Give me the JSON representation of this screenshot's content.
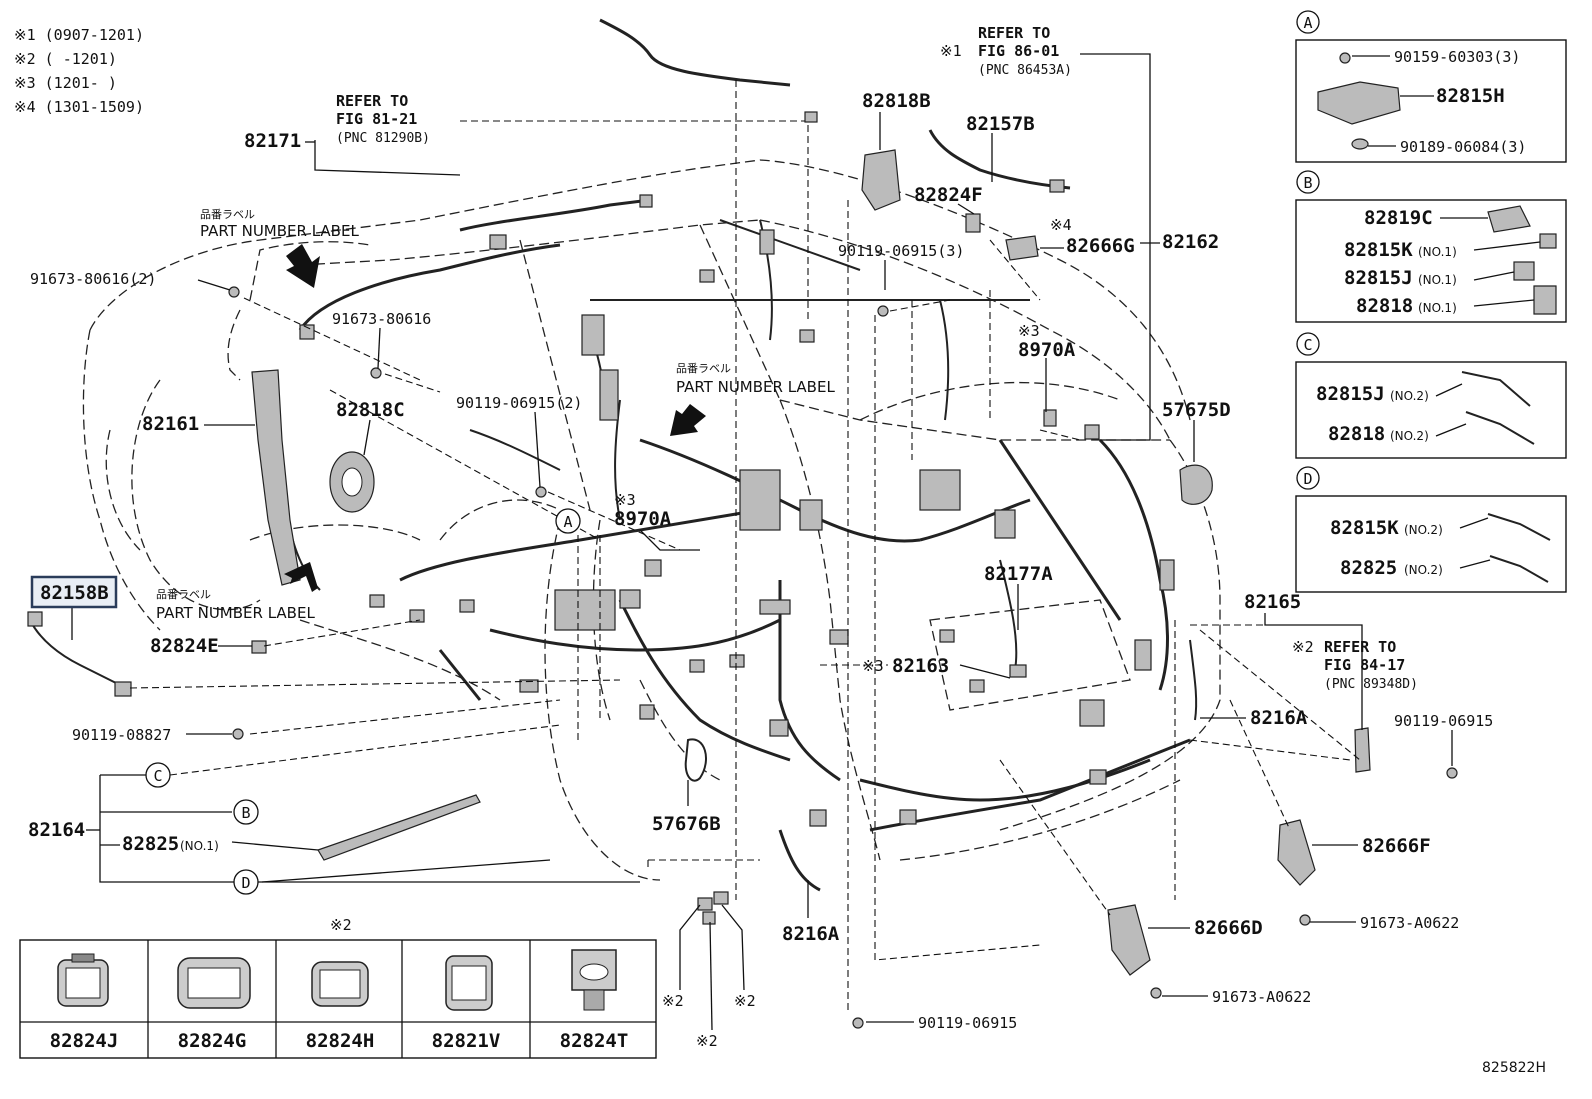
{
  "notes": [
    "※1 (0907-1201)",
    "※2 (     -1201)",
    "※3 (1201-     )",
    "※4 (1301-1509)"
  ],
  "refs": {
    "r1": {
      "line1": "REFER TO",
      "line2": "FIG 86-01",
      "line3": "(PNC 86453A)",
      "mark": "※1"
    },
    "r2": {
      "line1": "REFER TO",
      "line2": "FIG 81-21",
      "line3": "(PNC 81290B)"
    },
    "r3": {
      "line1": "REFER TO",
      "line2": "FIG 84-17",
      "line3": "(PNC 89348D)",
      "mark": "※2"
    }
  },
  "part_number_label": {
    "jp": "品番ラベル",
    "en": "PART NUMBER LABEL"
  },
  "labels": {
    "p82171": "82171",
    "p82818B": "82818B",
    "p82157B": "82157B",
    "p82824F": "82824F",
    "p90119_06915_3": "90119-06915(3)",
    "p82666G": "82666G",
    "p82162": "82162",
    "m4": "※4",
    "p91673_80616_2": "91673-80616(2)",
    "p91673_80616": "91673-80616",
    "p82818C": "82818C",
    "p82161": "82161",
    "p90119_06915_2": "90119-06915(2)",
    "p8970A_top": "8970A",
    "m3_top": "※3",
    "p8970A_mid": "8970A",
    "m3_mid": "※3",
    "p57675D": "57675D",
    "p82158B": "82158B",
    "p82177A": "82177A",
    "p82165": "82165",
    "p82824E": "82824E",
    "p82163": "82163",
    "m3_82163": "※3",
    "p8216A_right": "8216A",
    "p90119_06915_r": "90119-06915",
    "p90119_08827": "90119-08827",
    "p82164": "82164",
    "p82825_no1": "82825",
    "p82825_no1_suffix": "(NO.1)",
    "p57676B": "57676B",
    "p82666F": "82666F",
    "p91673_A0622_a": "91673-A0622",
    "p82666D": "82666D",
    "p91673_A0622_b": "91673-A0622",
    "p8216A_bottom": "8216A",
    "p90119_06915_b": "90119-06915",
    "m2_a": "※2",
    "m2_b": "※2",
    "m2_c": "※2",
    "m2_table": "※2",
    "diagram_id": "825822H"
  },
  "callouts": [
    "A",
    "B",
    "C",
    "D",
    "C",
    "B",
    "D",
    "A"
  ],
  "insets": {
    "A": {
      "tag": "A",
      "items": [
        {
          "pn": "90159-60303(3)"
        },
        {
          "pn": "82815H"
        },
        {
          "pn": "90189-06084(3)"
        }
      ]
    },
    "B": {
      "tag": "B",
      "items": [
        {
          "pn": "82819C",
          "sub": ""
        },
        {
          "pn": "82815K",
          "sub": "(NO.1)"
        },
        {
          "pn": "82815J",
          "sub": "(NO.1)"
        },
        {
          "pn": "82818",
          "sub": "(NO.1)"
        }
      ]
    },
    "C": {
      "tag": "C",
      "items": [
        {
          "pn": "82815J",
          "sub": "(NO.2)"
        },
        {
          "pn": "82818",
          "sub": "(NO.2)"
        }
      ]
    },
    "D": {
      "tag": "D",
      "items": [
        {
          "pn": "82815K",
          "sub": "(NO.2)"
        },
        {
          "pn": "82825",
          "sub": "(NO.2)"
        }
      ]
    }
  },
  "connector_table": [
    "82824J",
    "82824G",
    "82824H",
    "82821V",
    "82824T"
  ]
}
